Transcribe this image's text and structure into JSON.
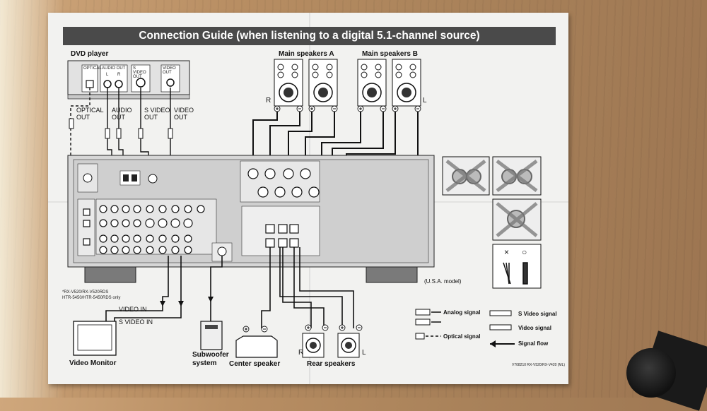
{
  "title": "Connection Guide (when listening to a digital 5.1-channel source)",
  "dvd": {
    "label": "DVD player",
    "jacks": {
      "optical": "OPTICAL",
      "audio_out": "AUDIO OUT",
      "s_video_out": "S VIDEO OUT",
      "video_out": "VIDEO OUT"
    },
    "channels": {
      "l": "L",
      "r": "R"
    },
    "cable_labels": {
      "optical_out": "OPTICAL\nOUT",
      "audio_out": "AUDIO\nOUT",
      "s_video_out": "S VIDEO\nOUT",
      "video_out": "VIDEO\nOUT"
    }
  },
  "speakers_a": {
    "label": "Main speakers A",
    "right": "R",
    "left": "L"
  },
  "speakers_b": {
    "label": "Main speakers B"
  },
  "model_note": "(U.S.A. model)",
  "footnote": "*RX-V520/RX-V520RDS\nHTR-5450/HTR-5450RDS only",
  "video_in": "VIDEO IN",
  "s_video_in": "S VIDEO IN",
  "video_monitor": "Video Monitor",
  "subwoofer": "Subwoofer\nsystem",
  "center_speaker": "Center speaker",
  "rear_speakers": {
    "label": "Rear speakers",
    "right": "R",
    "left": "L"
  },
  "legend": {
    "analog": "Analog signal",
    "optical": "Optical signal",
    "s_video": "S Video signal",
    "video": "Video signal",
    "flow": "Signal flow"
  },
  "wire_prep": {
    "bad": "×",
    "good": "○"
  },
  "doc_code": "V708210 RX-V520/RX-V420 (ML)",
  "colors": {
    "title_bar": "#4a4a4a",
    "paper": "#f2f2f0",
    "receiver": "#d9d9d9",
    "wire": "#111111"
  }
}
